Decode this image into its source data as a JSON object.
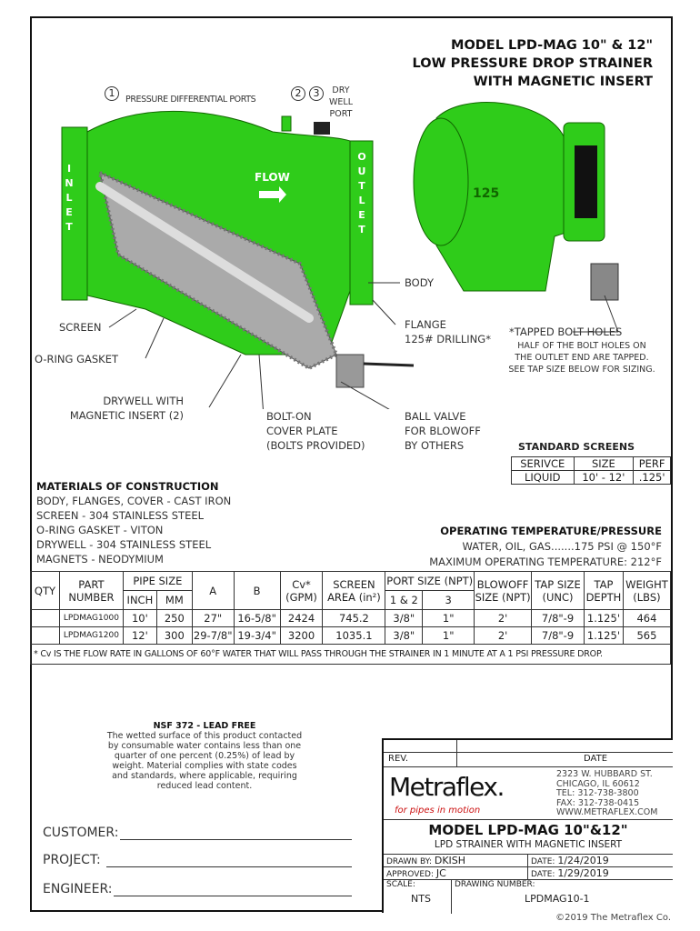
{
  "title": {
    "line1": "MODEL LPD-MAG 10\" & 12\"",
    "line2": "LOW PRESSURE DROP STRAINER",
    "line3": "WITH MAGNETIC INSERT"
  },
  "drawing": {
    "port1": "1",
    "port2": "2",
    "port3": "3",
    "pressure_ports": "PRESSURE DIFFERENTIAL PORTS",
    "dry_well": [
      "DRY",
      "WELL",
      "PORT"
    ],
    "inlet": [
      "I",
      "N",
      "L",
      "E",
      "T"
    ],
    "outlet": [
      "O",
      "U",
      "T",
      "L",
      "E",
      "T"
    ],
    "flow": "FLOW",
    "flange_marking": "125",
    "body": "BODY",
    "screen": "SCREEN",
    "oring": "O-RING GASKET",
    "flange": [
      "FLANGE",
      "125# DRILLING*"
    ],
    "tapped": "*TAPPED BOLT HOLES",
    "tapped_note": [
      "HALF OF THE BOLT HOLES ON",
      "THE OUTLET END ARE TAPPED.",
      "SEE TAP SIZE BELOW FOR SIZING."
    ],
    "drywell": [
      "DRYWELL WITH",
      "MAGNETIC INSERT (2)"
    ],
    "cover": [
      "BOLT-ON",
      "COVER PLATE",
      "(BOLTS PROVIDED)"
    ],
    "valve": [
      "BALL VALVE",
      "FOR BLOWOFF",
      "BY OTHERS"
    ],
    "green": "#2fcc1a"
  },
  "screens": {
    "title": "STANDARD SCREENS",
    "headers": [
      "SERIVCE",
      "SIZE",
      "PERF"
    ],
    "row": [
      "LIQUID",
      "10' - 12'",
      ".125'"
    ]
  },
  "materials": {
    "title": "MATERIALS OF CONSTRUCTION",
    "items": [
      "BODY, FLANGES, COVER  - CAST IRON",
      "SCREEN - 304 STAINLESS STEEL",
      "O-RING GASKET - VITON",
      "DRYWELL - 304 STAINLESS STEEL",
      "MAGNETS - NEODYMIUM"
    ]
  },
  "operating": {
    "title": "OPERATING TEMPERATURE/PRESSURE",
    "line1": "WATER, OIL, GAS.......175 PSI @ 150°F",
    "line2": "MAXIMUM OPERATING TEMPERATURE: 212°F"
  },
  "table": {
    "h": {
      "qty": "QTY",
      "part": "PART NUMBER",
      "pipe": "PIPE SIZE",
      "inch": "INCH",
      "mm": "MM",
      "a": "A",
      "b": "B",
      "cv": "Cv* (GPM)",
      "screen": "SCREEN AREA (in²)",
      "port": "PORT SIZE (NPT)",
      "p12": "1 & 2",
      "p3": "3",
      "blowoff": "BLOWOFF SIZE (NPT)",
      "tap": "TAP SIZE (UNC)",
      "depth": "TAP DEPTH",
      "weight": "WEIGHT (LBS)"
    },
    "rows": [
      [
        "",
        "LPDMAG1000",
        "10'",
        "250",
        "27\"",
        "16-5/8\"",
        "2424",
        "745.2",
        "3/8\"",
        "1\"",
        "2'",
        "7/8\"-9",
        "1.125'",
        "464"
      ],
      [
        "",
        "LPDMAG1200",
        "12'",
        "300",
        "29-7/8\"",
        "19-3/4\"",
        "3200",
        "1035.1",
        "3/8\"",
        "1\"",
        "2'",
        "7/8\"-9",
        "1.125'",
        "565"
      ]
    ],
    "footnote": "* Cv IS THE FLOW RATE IN GALLONS OF 60°F WATER THAT WILL PASS THROUGH THE STRAINER IN 1 MINUTE AT A 1 PSI PRESSURE DROP."
  },
  "nsf": {
    "title": "NSF 372 - LEAD FREE",
    "lines": [
      "The wetted surface of this product contacted",
      "by consumable water contains less than one",
      "quarter of one percent (0.25%) of lead by",
      "weight. Material complies with state codes",
      "and standards, where applicable, requiring",
      "reduced lead content."
    ]
  },
  "fields": {
    "customer": "CUSTOMER:",
    "project": "PROJECT:",
    "engineer": "ENGINEER:"
  },
  "titleblock": {
    "rev": "REV.",
    "date": "DATE",
    "logo": "Metraflex.",
    "tagline": "for pipes in motion",
    "address": [
      "2323 W. HUBBARD ST.",
      "CHICAGO, IL 60612",
      "TEL: 312-738-3800",
      "FAX: 312-738-0415",
      "WWW.METRAFLEX.COM"
    ],
    "model": "MODEL LPD-MAG 10\"&12\"",
    "subtitle": "LPD STRAINER WITH MAGNETIC INSERT",
    "drawn_label": "DRAWN BY:",
    "drawn": "DKISH",
    "date1_label": "DATE:",
    "date1": "1/24/2019",
    "approved_label": "APPROVED:",
    "approved": "JC",
    "date2_label": "DATE:",
    "date2": "1/29/2019",
    "scale_label": "SCALE:",
    "scale": "NTS",
    "dwg_label": "DRAWING NUMBER:",
    "dwg": "LPDMAG10-1"
  },
  "copyright": "©2019 The Metraflex Co."
}
